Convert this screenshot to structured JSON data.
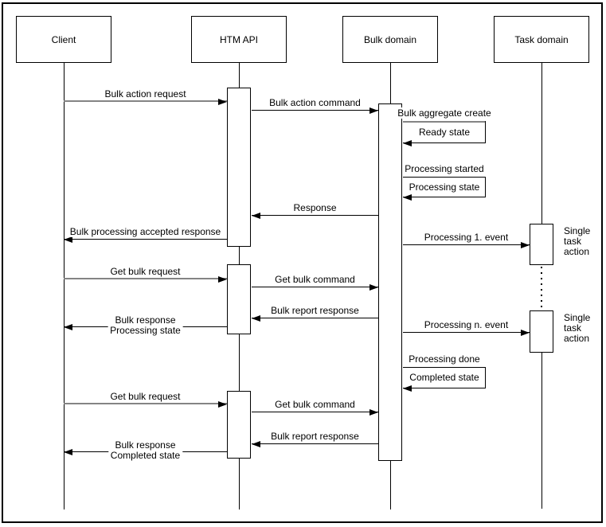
{
  "actors": [
    {
      "name": "Client"
    },
    {
      "name": "HTM API"
    },
    {
      "name": "Bulk domain"
    },
    {
      "name": "Task domain"
    }
  ],
  "messages": [
    {
      "label": "Bulk action request"
    },
    {
      "label": "Bulk action command"
    },
    {
      "label": "Response"
    },
    {
      "label": "Bulk processing accepted response"
    },
    {
      "label": "Processing 1. event"
    },
    {
      "label": "Get bulk request"
    },
    {
      "label": "Get bulk command"
    },
    {
      "label": "Bulk report response"
    },
    {
      "line1": "Bulk response",
      "line2": "Processing state"
    },
    {
      "label": "Processing n. event"
    },
    {
      "label": "Get bulk request"
    },
    {
      "label": "Get bulk command"
    },
    {
      "label": "Bulk report response"
    },
    {
      "line1": "Bulk response",
      "line2": "Completed state"
    }
  ],
  "self_messages": [
    {
      "title": "Bulk aggregate create",
      "reply": "Ready state"
    },
    {
      "title": "Processing started",
      "reply": "Processing state"
    },
    {
      "title": "Processing done",
      "reply": "Completed state"
    }
  ],
  "task_notes": [
    {
      "label": "Single task action"
    },
    {
      "label": "Single task action"
    }
  ],
  "colors": {
    "line": "#000000",
    "gray_line": "#848484",
    "background": "#ffffff",
    "text": "#000000"
  }
}
